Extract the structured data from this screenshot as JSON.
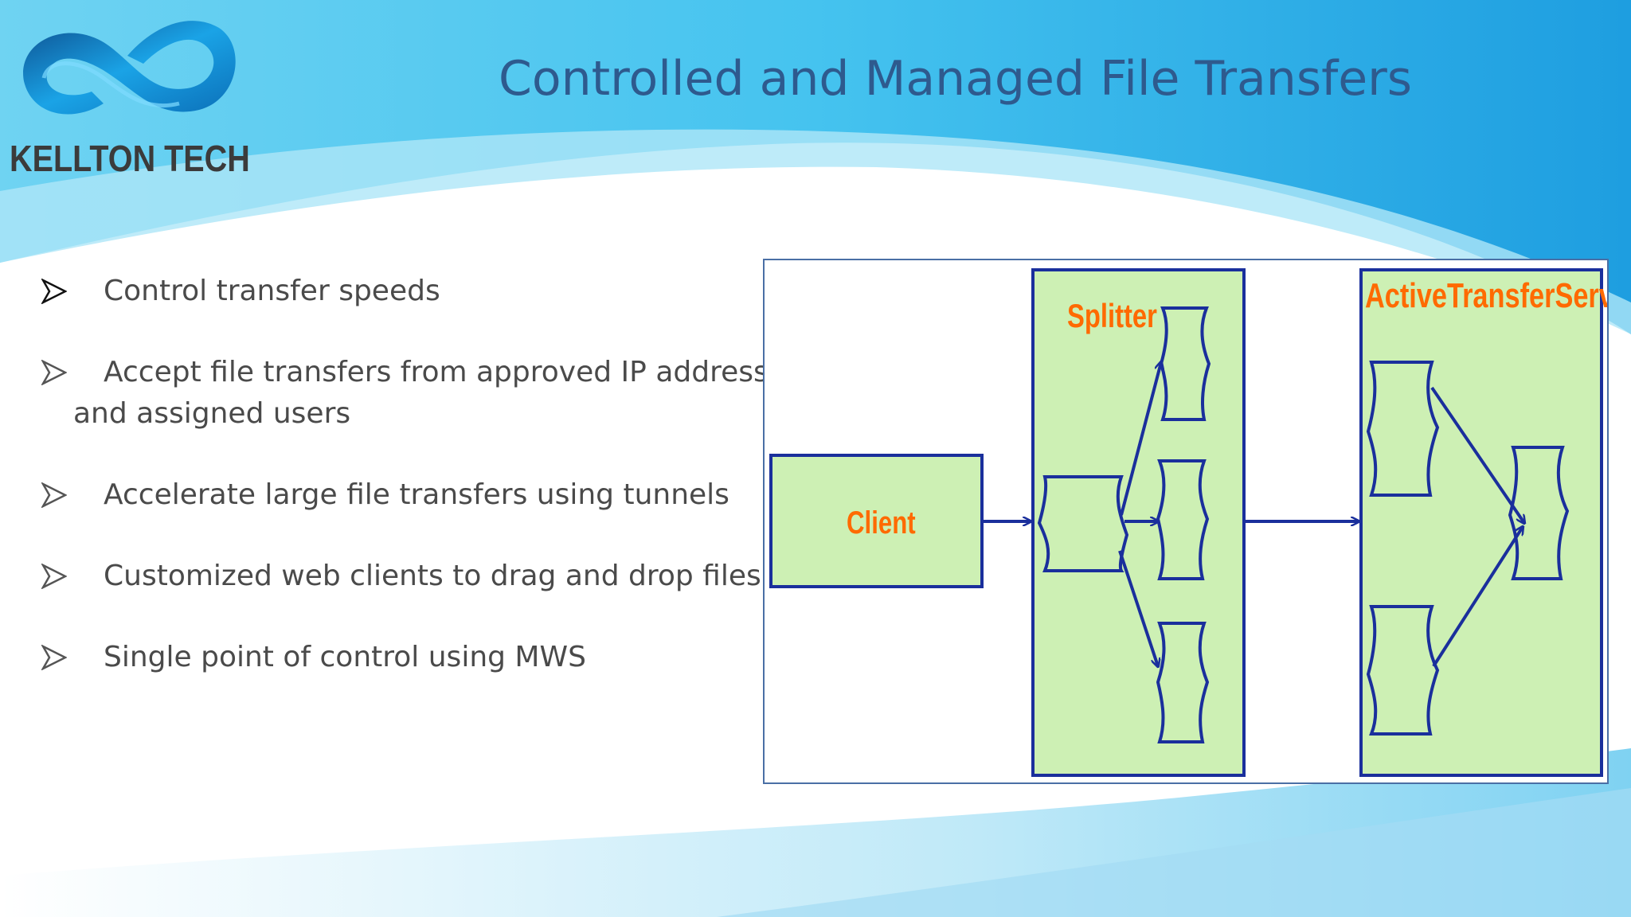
{
  "slide": {
    "title": "Controlled and Managed File Transfers",
    "logo_text": "KELLTON TECH",
    "bullets": [
      {
        "line1": "Control transfer speeds",
        "line2": ""
      },
      {
        "line1": "Accept file transfers from approved IP addresses",
        "line2": "and assigned users"
      },
      {
        "line1": "Accelerate large file transfers using tunnels",
        "line2": ""
      },
      {
        "line1": "Customized web clients to drag and drop files",
        "line2": ""
      },
      {
        "line1": "Single point of control using MWS",
        "line2": ""
      }
    ]
  },
  "diagram": {
    "client_label": "Client",
    "splitter_label": "Splitter",
    "server_label": "ActiveTransferServer"
  },
  "colors": {
    "title": "#2e5a8e",
    "node_fill": "#cdf0b4",
    "node_border": "#1a2f9c",
    "label": "#ff6a00"
  }
}
